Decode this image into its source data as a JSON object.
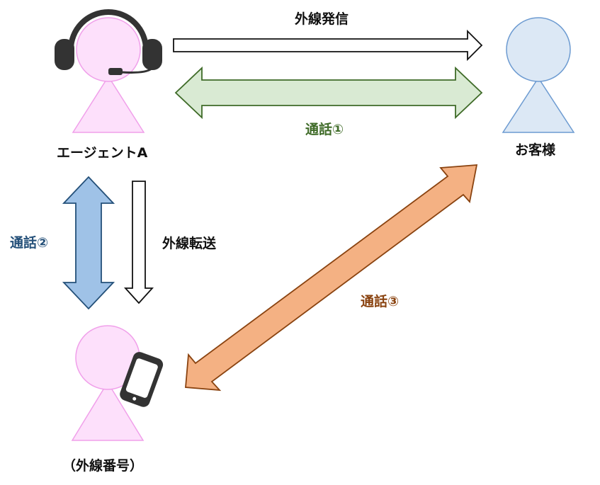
{
  "labels": {
    "outbound_call": "外線発信",
    "call_1": "通話①",
    "agent": "エージェントA",
    "customer": "お客様",
    "call_2": "通話②",
    "outbound_transfer": "外線転送",
    "call_3": "通話③",
    "external_number": "（外線番号）"
  },
  "colors": {
    "agent_fill": "#fde0fb",
    "agent_stroke": "#f0a0ea",
    "customer_fill": "#dce8f5",
    "customer_stroke": "#6d9bd1",
    "headset": "#333333",
    "call1_fill": "#d9ead3",
    "call1_stroke": "#3f6b28",
    "call2_fill": "#9fc2e7",
    "call2_stroke": "#245079",
    "call3_fill": "#f4b183",
    "call3_stroke": "#8a4310",
    "outline_arrow_fill": "#ffffff",
    "outline_arrow_stroke": "#111111"
  },
  "icons": {
    "agent": "headset-icon",
    "external": "smartphone-icon"
  }
}
